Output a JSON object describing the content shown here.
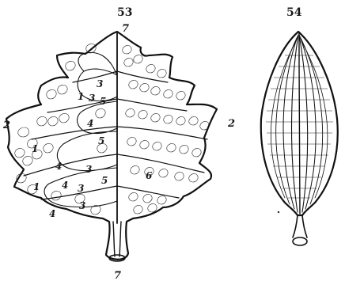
{
  "figures": [
    {
      "number": "53",
      "labels": {
        "apex_top": "7",
        "base_bottom": "7",
        "left_edge": "2",
        "right_edge": "2",
        "upper_3a": "3",
        "upper_3b": "3",
        "upper_5": "5",
        "upper_1": "1",
        "mid_4": "4",
        "mid_5": "5",
        "mid_1": "1",
        "low_4": "4",
        "low_3": "3",
        "low_5": "5",
        "low_6": "6",
        "bot_1": "1",
        "bot_4": "4",
        "bot_3": "3",
        "base_4": "4",
        "base_3": "3"
      }
    },
    {
      "number": "54"
    }
  ]
}
